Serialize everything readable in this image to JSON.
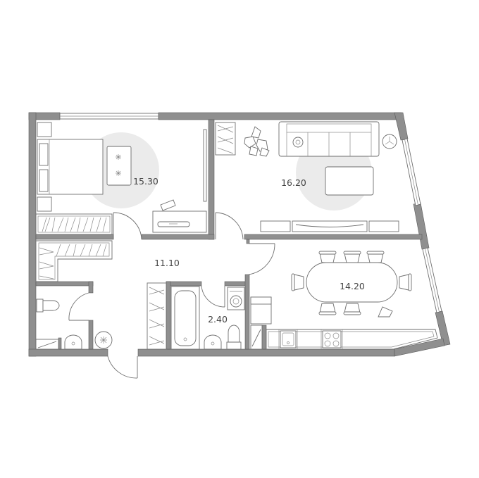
{
  "rooms": {
    "bedroom_area": "15.30",
    "living_area": "16.20",
    "hall_area": "11.10",
    "kitchen_area": "14.20",
    "bath_area": "2.40"
  },
  "colors": {
    "wall": "#8f8f8f",
    "fixture_stroke": "#6e6e6e",
    "highlight_spot": "#ebebeb",
    "label": "#444444"
  }
}
